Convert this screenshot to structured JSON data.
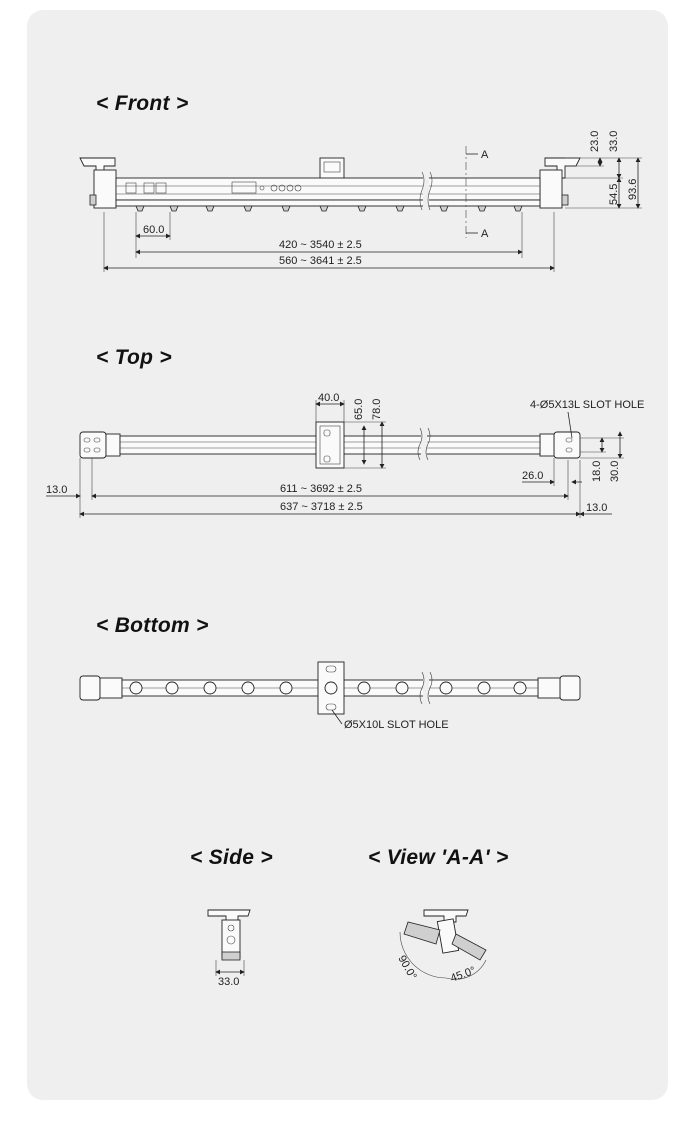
{
  "views": {
    "front": "< Front >",
    "top": "< Top >",
    "bottom": "< Bottom >",
    "side": "< Side >",
    "view_aa": "< View 'A-A' >"
  },
  "front_dims": {
    "section_marker": "A",
    "d1": "23.0",
    "d2": "33.0",
    "d3": "54.5",
    "d4": "93.6",
    "pitch": "60.0",
    "inner_length": "420 ~ 3540 ± 2.5",
    "outer_length": "560 ~ 3641 ± 2.5"
  },
  "top_dims": {
    "bracket_width": "40.0",
    "h1": "65.0",
    "h2": "78.0",
    "slot_callout": "4-Ø5X13L SLOT HOLE",
    "end_offset": "26.0",
    "w1": "18.0",
    "w2": "30.0",
    "left_offset": "13.0",
    "right_offset": "13.0",
    "inner_length": "611 ~ 3692 ± 2.5",
    "outer_length": "637 ~ 3718 ± 2.5"
  },
  "bottom_dims": {
    "slot_callout": "Ø5X10L SLOT HOLE"
  },
  "side_dims": {
    "width": "33.0"
  },
  "view_aa_dims": {
    "angle1": "90.0°",
    "angle2": "45.0°"
  },
  "colors": {
    "panel": "#efefef",
    "line": "#222222"
  }
}
